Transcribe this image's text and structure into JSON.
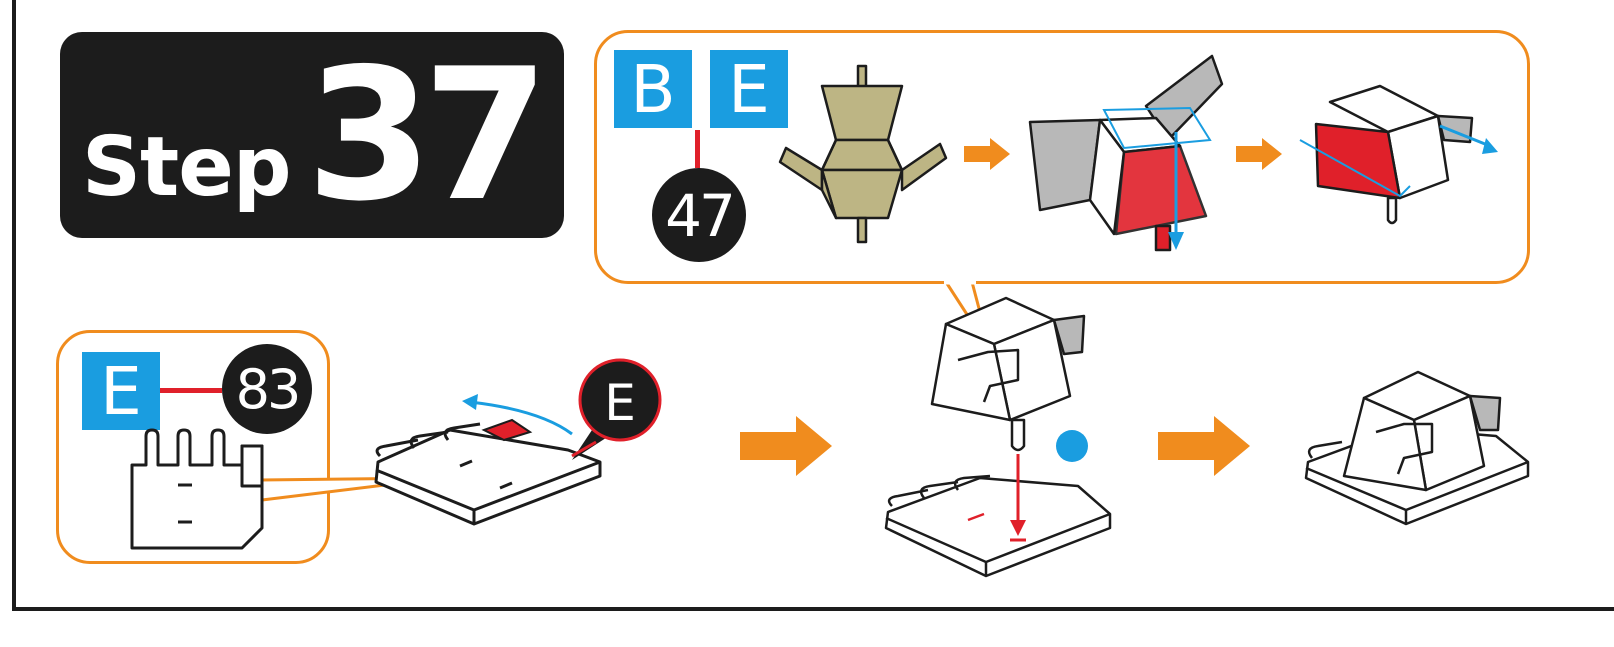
{
  "step": {
    "word": "Step",
    "number": "37"
  },
  "top_box": {
    "tag_left": "B",
    "tag_right": "E",
    "piece_number": "47"
  },
  "left_box": {
    "tag": "E",
    "piece_number": "83"
  },
  "callout": {
    "label": "E"
  },
  "colors": {
    "orange": "#f08c1e",
    "blue": "#1a9de0",
    "red": "#e0202a",
    "khaki": "#bdb584",
    "gray": "#b8b8b8",
    "black": "#1c1c1c"
  }
}
